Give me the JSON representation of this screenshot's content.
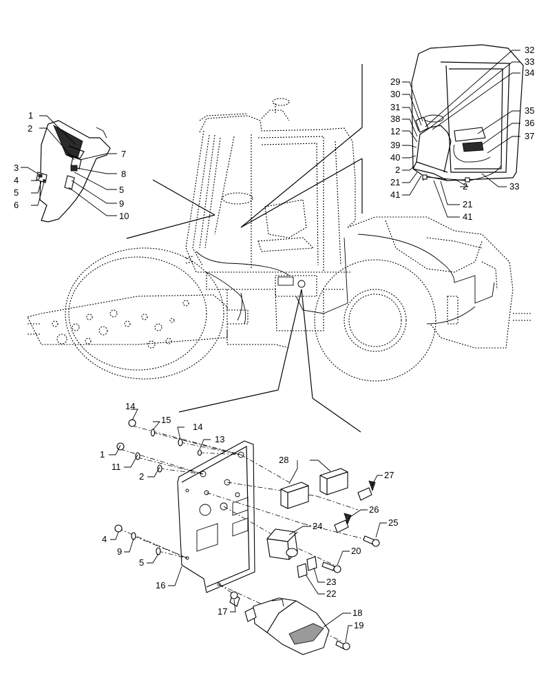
{
  "callouts": [
    {
      "id": "c1a",
      "text": "1"
    },
    {
      "id": "c2a",
      "text": "2"
    },
    {
      "id": "c3a",
      "text": "3"
    },
    {
      "id": "c4a",
      "text": "4"
    },
    {
      "id": "c5a",
      "text": "5"
    },
    {
      "id": "c6a",
      "text": "6"
    },
    {
      "id": "c7a",
      "text": "7"
    },
    {
      "id": "c8a",
      "text": "8"
    },
    {
      "id": "c5b",
      "text": "5"
    },
    {
      "id": "c9a",
      "text": "9"
    },
    {
      "id": "c10a",
      "text": "10"
    },
    {
      "id": "c29",
      "text": "29"
    },
    {
      "id": "c30",
      "text": "30"
    },
    {
      "id": "c31",
      "text": "31"
    },
    {
      "id": "c38",
      "text": "38"
    },
    {
      "id": "c12a",
      "text": "12"
    },
    {
      "id": "c39",
      "text": "39"
    },
    {
      "id": "c40",
      "text": "40"
    },
    {
      "id": "c2b",
      "text": "2"
    },
    {
      "id": "c21a",
      "text": "21"
    },
    {
      "id": "c41a",
      "text": "41"
    },
    {
      "id": "c32",
      "text": "32"
    },
    {
      "id": "c33a",
      "text": "33"
    },
    {
      "id": "c34",
      "text": "34"
    },
    {
      "id": "c35",
      "text": "35"
    },
    {
      "id": "c36",
      "text": "36"
    },
    {
      "id": "c37",
      "text": "37"
    },
    {
      "id": "c33b",
      "text": "33"
    },
    {
      "id": "c2c",
      "text": "2"
    },
    {
      "id": "c21b",
      "text": "21"
    },
    {
      "id": "c41b",
      "text": "41"
    },
    {
      "id": "c14a",
      "text": "14"
    },
    {
      "id": "c15",
      "text": "15"
    },
    {
      "id": "c14b",
      "text": "14"
    },
    {
      "id": "c13",
      "text": "13"
    },
    {
      "id": "c1b",
      "text": "1"
    },
    {
      "id": "c11",
      "text": "11"
    },
    {
      "id": "c2d",
      "text": "2"
    },
    {
      "id": "c28",
      "text": "28"
    },
    {
      "id": "c27",
      "text": "27"
    },
    {
      "id": "c26",
      "text": "26"
    },
    {
      "id": "c25",
      "text": "25"
    },
    {
      "id": "c24",
      "text": "24"
    },
    {
      "id": "c4b",
      "text": "4"
    },
    {
      "id": "c9b",
      "text": "9"
    },
    {
      "id": "c5c",
      "text": "5"
    },
    {
      "id": "c20",
      "text": "20"
    },
    {
      "id": "c23",
      "text": "23"
    },
    {
      "id": "c22",
      "text": "22"
    },
    {
      "id": "c16",
      "text": "16"
    },
    {
      "id": "c17",
      "text": "17"
    },
    {
      "id": "c18",
      "text": "18"
    },
    {
      "id": "c19",
      "text": "19"
    }
  ]
}
